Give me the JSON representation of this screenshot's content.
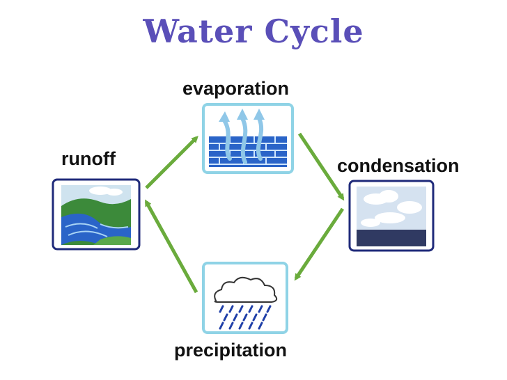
{
  "title": "Water Cycle",
  "stages": {
    "evaporation": "evaporation",
    "condensation": "condensation",
    "precipitation": "precipitation",
    "runoff": "runoff"
  },
  "colors": {
    "title": "#5a4fb8",
    "arrow": "#6aab3c",
    "frame_teal": "#8fd3e6",
    "frame_blue": "#1f2a7a",
    "water": "#2a64c8"
  }
}
